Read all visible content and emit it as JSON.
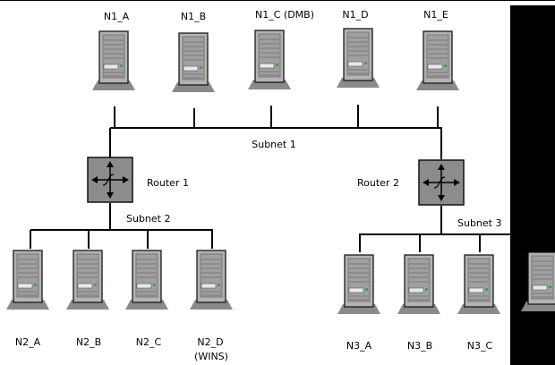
{
  "network": {
    "subnet1": {
      "label": "Subnet 1",
      "hosts": [
        "N1_A",
        "N1_B",
        "N1_C (DMB)",
        "N1_D",
        "N1_E"
      ]
    },
    "subnet2": {
      "label": "Subnet 2",
      "hosts": [
        "N2_A",
        "N2_B",
        "N2_C",
        "N2_D",
        "(WINS)"
      ]
    },
    "subnet3": {
      "label": "Subnet 3",
      "hosts": [
        "N3_A",
        "N3_B",
        "N3_C"
      ]
    },
    "router1": {
      "label": "Router 1"
    },
    "router2": {
      "label": "Router 2"
    }
  },
  "colors": {
    "server_body": "#a6a6a6",
    "router_body": "#8c8c8c",
    "overlay": "#000000",
    "led_green": "#3aa83a"
  }
}
